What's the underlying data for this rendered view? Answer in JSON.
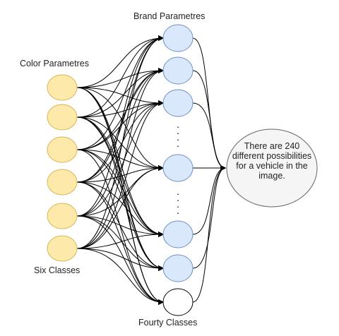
{
  "diagram": {
    "brand_label": "Brand Parametres",
    "color_label": "Color Parametres",
    "six_classes_label": "Six Classes",
    "forty_classes_label": "Fourty Classes",
    "output_text": "There are 240 different possibilities for a vehicle in the image.",
    "colors": {
      "input_fill": "#fde9a9",
      "input_stroke": "#d6b656",
      "hidden_fill": "#dae8fc",
      "hidden_stroke": "#6c8ebf",
      "blank_fill": "#ffffff",
      "output_fill": "#f5f5f5",
      "output_stroke": "#666666",
      "edge": "#000000"
    }
  }
}
